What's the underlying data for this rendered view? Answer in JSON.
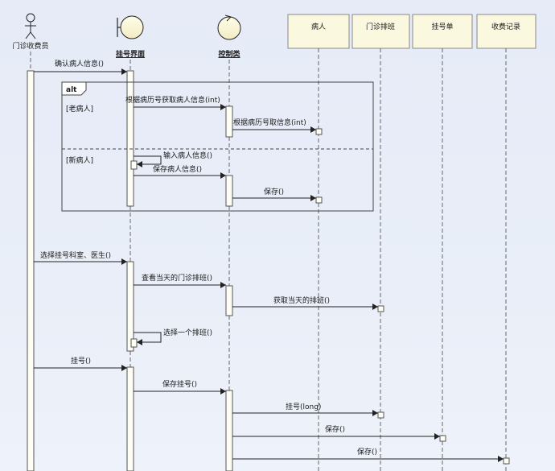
{
  "lifelines": {
    "actor": "门诊收费员",
    "boundary": "挂号界面",
    "control": "控制类",
    "patient": "病人",
    "schedule": "门诊排班",
    "register": "挂号单",
    "charge": "收费记录"
  },
  "fragment": {
    "operator": "alt",
    "guard_old": "[老病人]",
    "guard_new": "[新病人]"
  },
  "messages": {
    "m1": "确认病人信息()",
    "m2": "根据病历号获取病人信息(int)",
    "m3": "根据病历号取信息(int)",
    "m4": "输入病人信息()",
    "m5": "保存病人信息()",
    "m6": "保存()",
    "m7": "选择挂号科室、医生()",
    "m8": "查看当天的门诊排班()",
    "m9": "获取当天的排班()",
    "m10": "选择一个排班()",
    "m11": "挂号()",
    "m12": "保存挂号()",
    "m13": "挂号(long)",
    "m14": "保存()",
    "m15": "保存()"
  }
}
